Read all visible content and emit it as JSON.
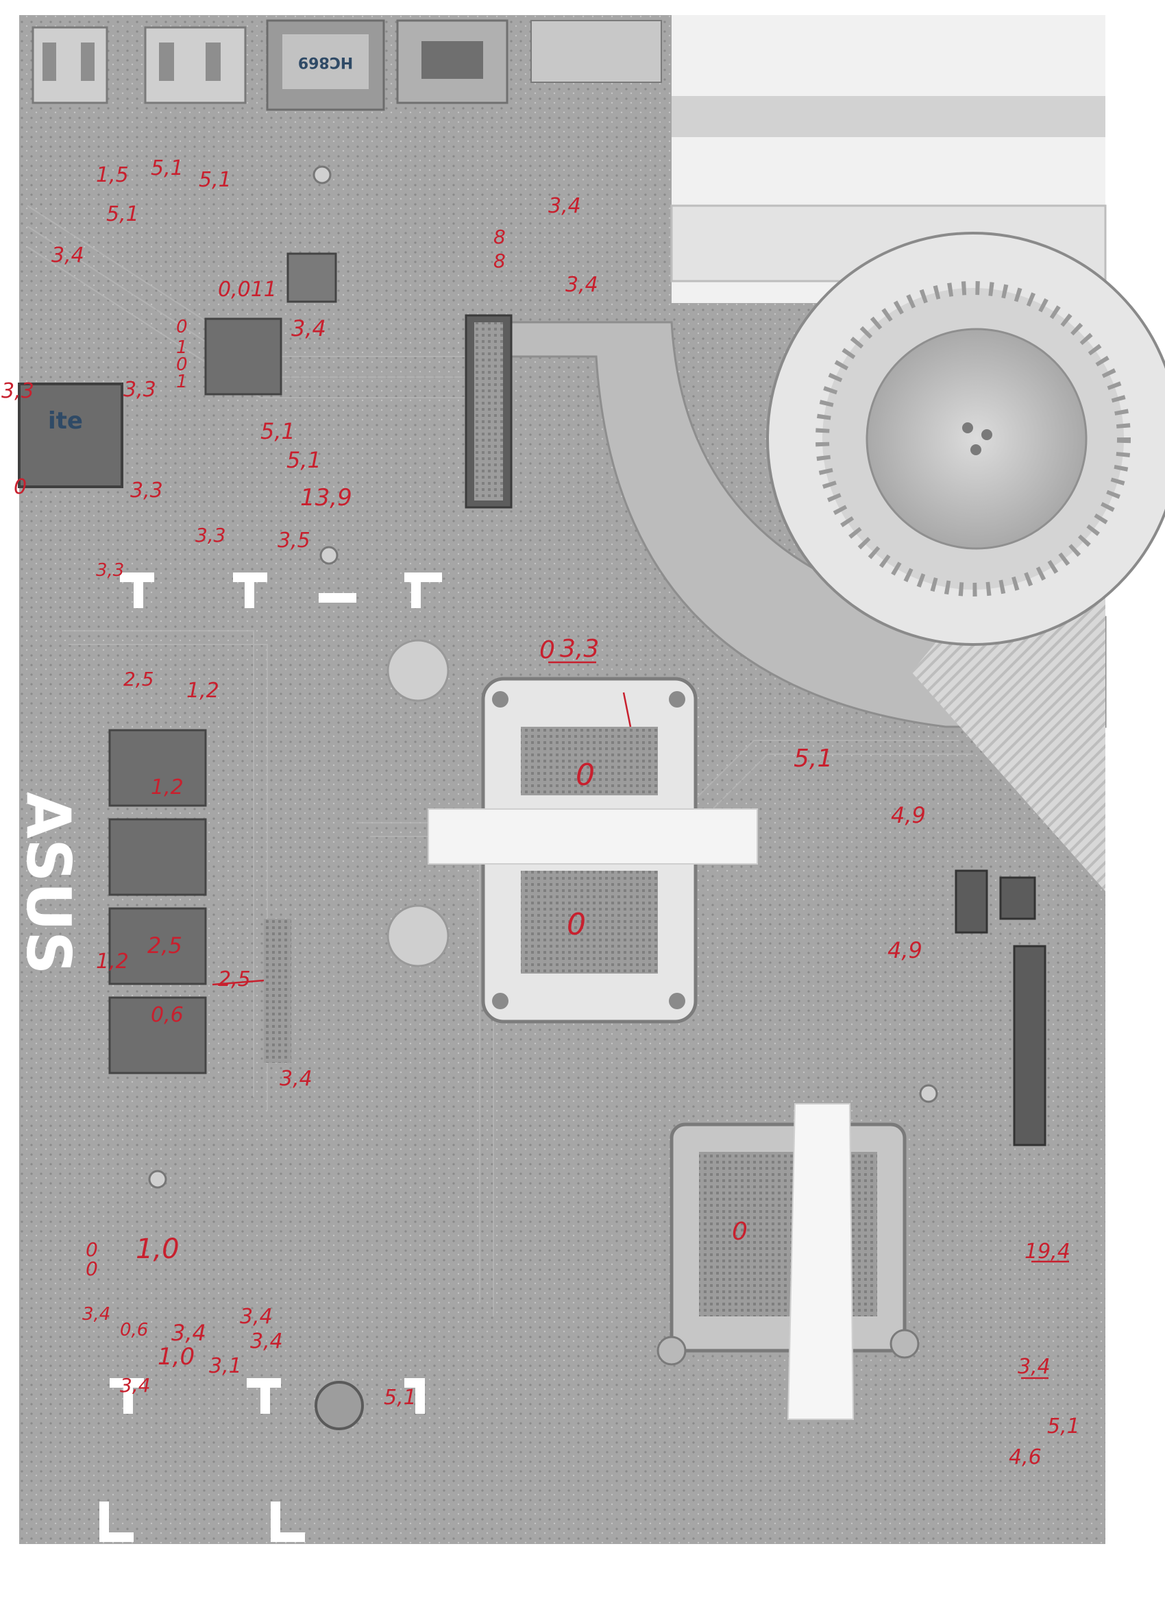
{
  "document": {
    "brand_logo": "ASUS",
    "chip_marking": "ite",
    "connector_marking": "HC869"
  },
  "annotations": {
    "usb_area_1": "1,5",
    "usb_area_2": "5,1",
    "usb_area_3": "5,1",
    "usb_area_4": "5,1",
    "usb_area_5": "3,4",
    "top_right_1": "3,4",
    "top_right_2": "8",
    "top_right_3": "8",
    "top_right_4": "3,4",
    "chip_1": "0,011",
    "chip_2": "3,4",
    "chip_3": "0",
    "chip_4": "1",
    "chip_5": "0",
    "chip_6": "1",
    "ite_left": "3,3",
    "ite_right": "3,3",
    "ite_bottom": "3,3",
    "ite_zero": "0",
    "mid_1": "5,1",
    "mid_2": "5,1",
    "mid_3": "13,9",
    "mid_4": "3,5",
    "mid_5": "3,3",
    "mid_6": "3,3",
    "cpu_top": "3,3",
    "cpu_top_zero": "0",
    "cpu_die_1": "0",
    "cpu_die_2": "0",
    "right_1": "5,1",
    "right_2": "4,9",
    "right_3": "4,9",
    "ram_1": "2,5",
    "ram_2": "1,2",
    "ram_3": "1,2",
    "ram_4": "1,2",
    "ram_5": "2,5",
    "ram_6": "2,5",
    "ram_7": "0,6",
    "ram_8": "3,4",
    "gpu": "0",
    "right_low_1": "19,4",
    "right_low_2": "3,4",
    "right_low_3": "5,1",
    "right_low_4": "4,6",
    "bottom_1": "1,0",
    "bottom_2": "0",
    "bottom_3": "0",
    "bottom_4": "3,4",
    "bottom_5": "0,6",
    "bottom_6": "3,4",
    "bottom_7": "3,4",
    "bottom_8": "3,4",
    "bottom_9": "1,0",
    "bottom_10": "3,1",
    "bottom_11": "3,4",
    "bottom_12": "5,1"
  }
}
